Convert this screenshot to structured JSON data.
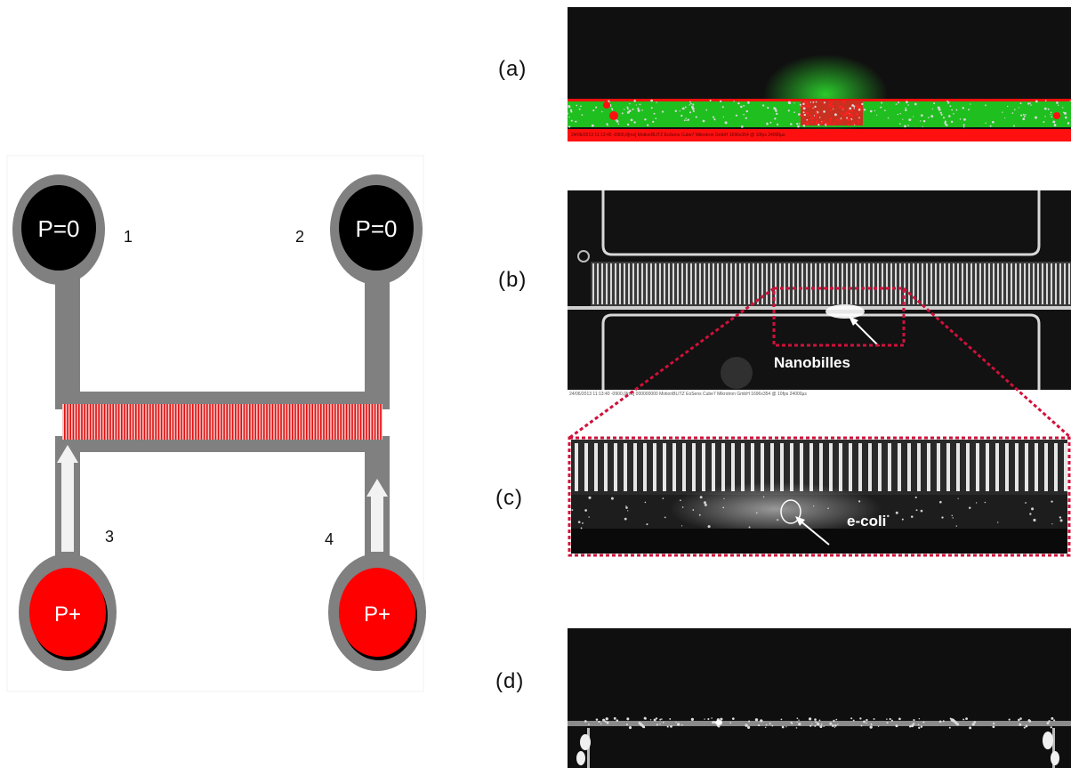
{
  "schematic": {
    "reservoirs": [
      {
        "id": "1",
        "pressure": "P=0",
        "fill": "#000000"
      },
      {
        "id": "2",
        "pressure": "P=0",
        "fill": "#000000"
      },
      {
        "id": "3",
        "pressure": "P+",
        "fill": "#ff0000"
      },
      {
        "id": "4",
        "pressure": "P+",
        "fill": "#ff0000"
      }
    ],
    "channel_color": "#808080",
    "nanochannel_color": "#e01010",
    "flow_arrow_color": "#f2f2f2"
  },
  "panels": {
    "a": {
      "label": "(a)",
      "overlay_text": "24/06/2013 11:13:40 -0900,0[ms] MotionBLITZ EoSens Cube7 Mikrotron GmbH 1696x354 @ 10fps 24000µs"
    },
    "b": {
      "label": "(b)",
      "callout": "Nanobilles",
      "stamp": "24/06/2013 11:13:40 -0900,0[ms] 000000000 MotionBLITZ EoSens Cube7 Mikrotron GmbH 1696x354 @ 10fps 24000µs"
    },
    "c": {
      "label": "(c)",
      "callout": "e-coli"
    },
    "d": {
      "label": "(d)"
    }
  },
  "colors": {
    "zoom_box": "#d0103a",
    "fluorescence_green": "#2ee02e",
    "overlay_red": "#ff1010"
  }
}
